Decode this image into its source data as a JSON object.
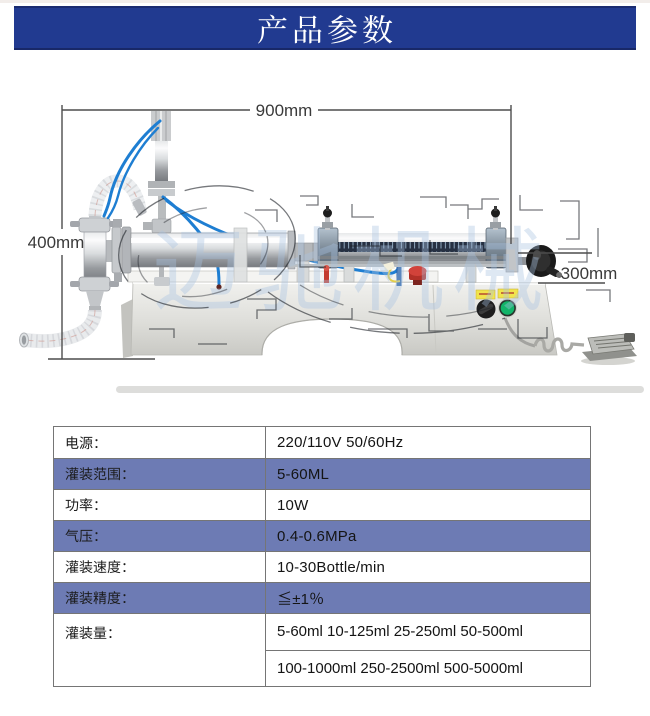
{
  "header": {
    "title": "产品参数",
    "bar_color": "#213a90"
  },
  "diagram": {
    "description": "one-head horizontal pneumatic liquid filling machine with dimension lines",
    "dim_width": "900mm",
    "dim_height": "400mm",
    "dim_depth": "300mm",
    "watermark": "迈驰机械"
  },
  "table": {
    "highlight_color": "#6d7bb4",
    "rows": [
      {
        "label": "电源：",
        "value": "220/110V 50/60Hz"
      },
      {
        "label": "灌装范围：",
        "value": "5-60ML"
      },
      {
        "label": "功率：",
        "value": "10W"
      },
      {
        "label": "气压：",
        "value": "0.4-0.6MPa"
      },
      {
        "label": "灌装速度：",
        "value": "10-30Bottle/min"
      },
      {
        "label": "灌装精度：",
        "value": "≦±1％"
      },
      {
        "label": "灌装量：",
        "value_line1": "5-60ml 10-125ml 25-250ml 50-500ml",
        "value_line2": "100-1000ml 250-2500ml 500-5000ml"
      }
    ]
  }
}
